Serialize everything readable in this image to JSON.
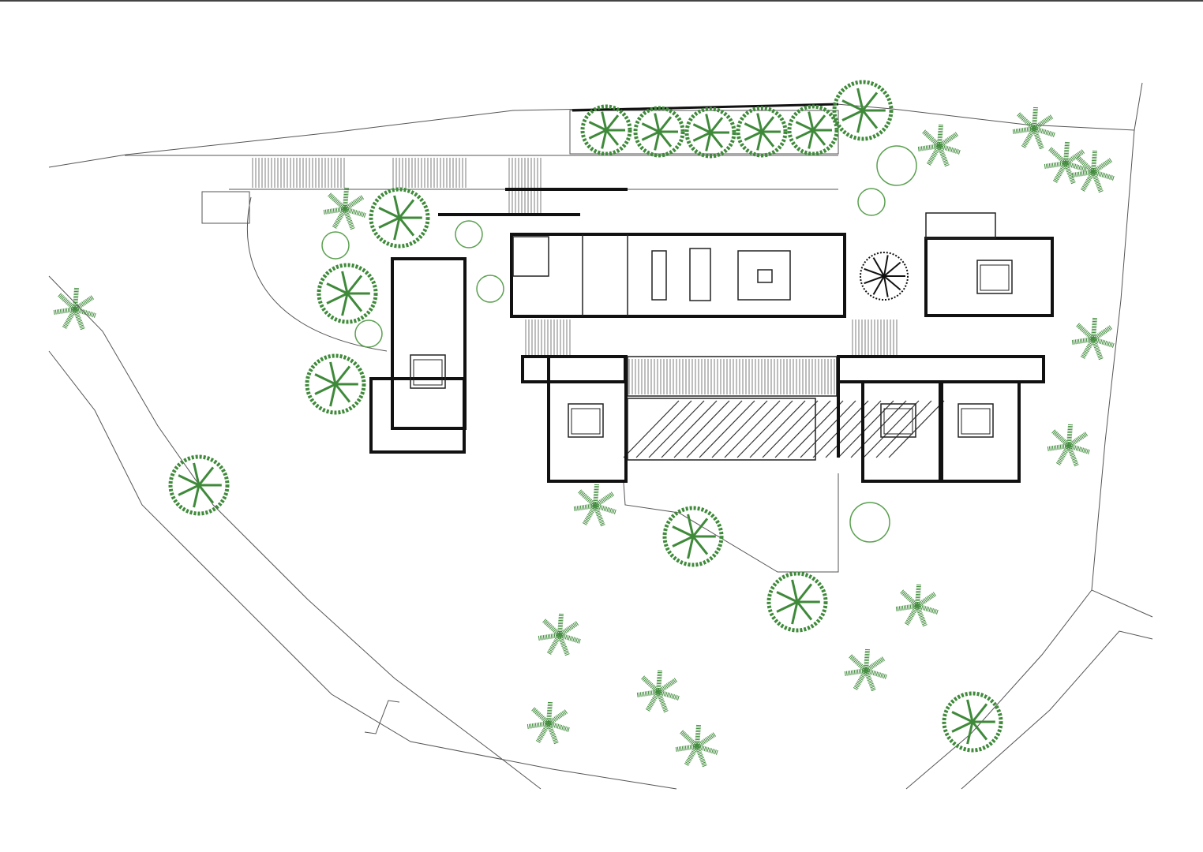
{
  "drawing": {
    "type": "site floor plan",
    "colors": {
      "tree_fill": "#3f8a3a",
      "tree_outline": "#5aa04f",
      "wall": "#111111",
      "terrain_line": "#555555",
      "background": "#ffffff"
    },
    "legend_counts": {
      "canopy_trees": 13,
      "outline_shrubs": 7,
      "palms": 15,
      "feature_tree": 1,
      "bedrooms": 6
    }
  }
}
